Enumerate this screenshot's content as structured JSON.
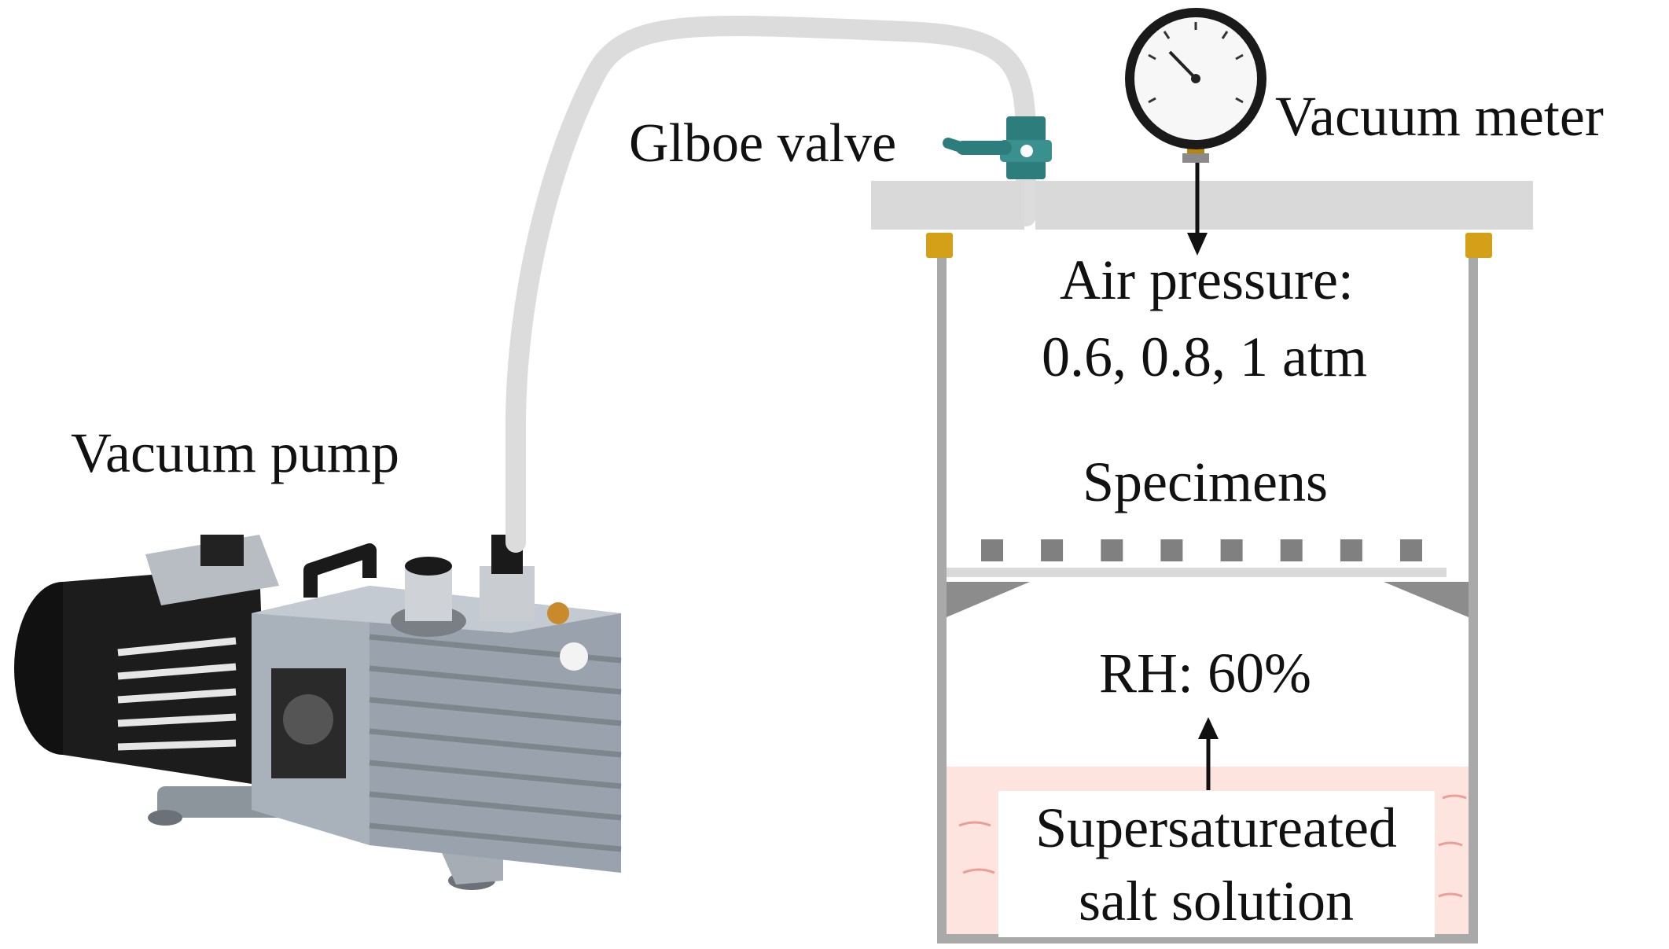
{
  "labels": {
    "vacuum_pump": "Vacuum pump",
    "globe_valve": "Glboe valve",
    "vacuum_meter": "Vacuum meter",
    "air_pressure_title": "Air pressure:",
    "air_pressure_values": "0.6, 0.8, 1 atm",
    "specimens": "Specimens",
    "rh": "RH: 60%",
    "solution_line1": "Supersatureated",
    "solution_line2": "salt solution"
  },
  "colors": {
    "chamber_wall": "#a9a9a9",
    "lid": "#d9d9d9",
    "hose": "#dcdcdc",
    "valve": "#2e7d7d",
    "gasket": "#d4a017",
    "specimen": "#808080",
    "solution": "#fde4df",
    "pump_body": "#9aa3ad",
    "motor": "#1c1c1c"
  },
  "specimen_count": 8
}
